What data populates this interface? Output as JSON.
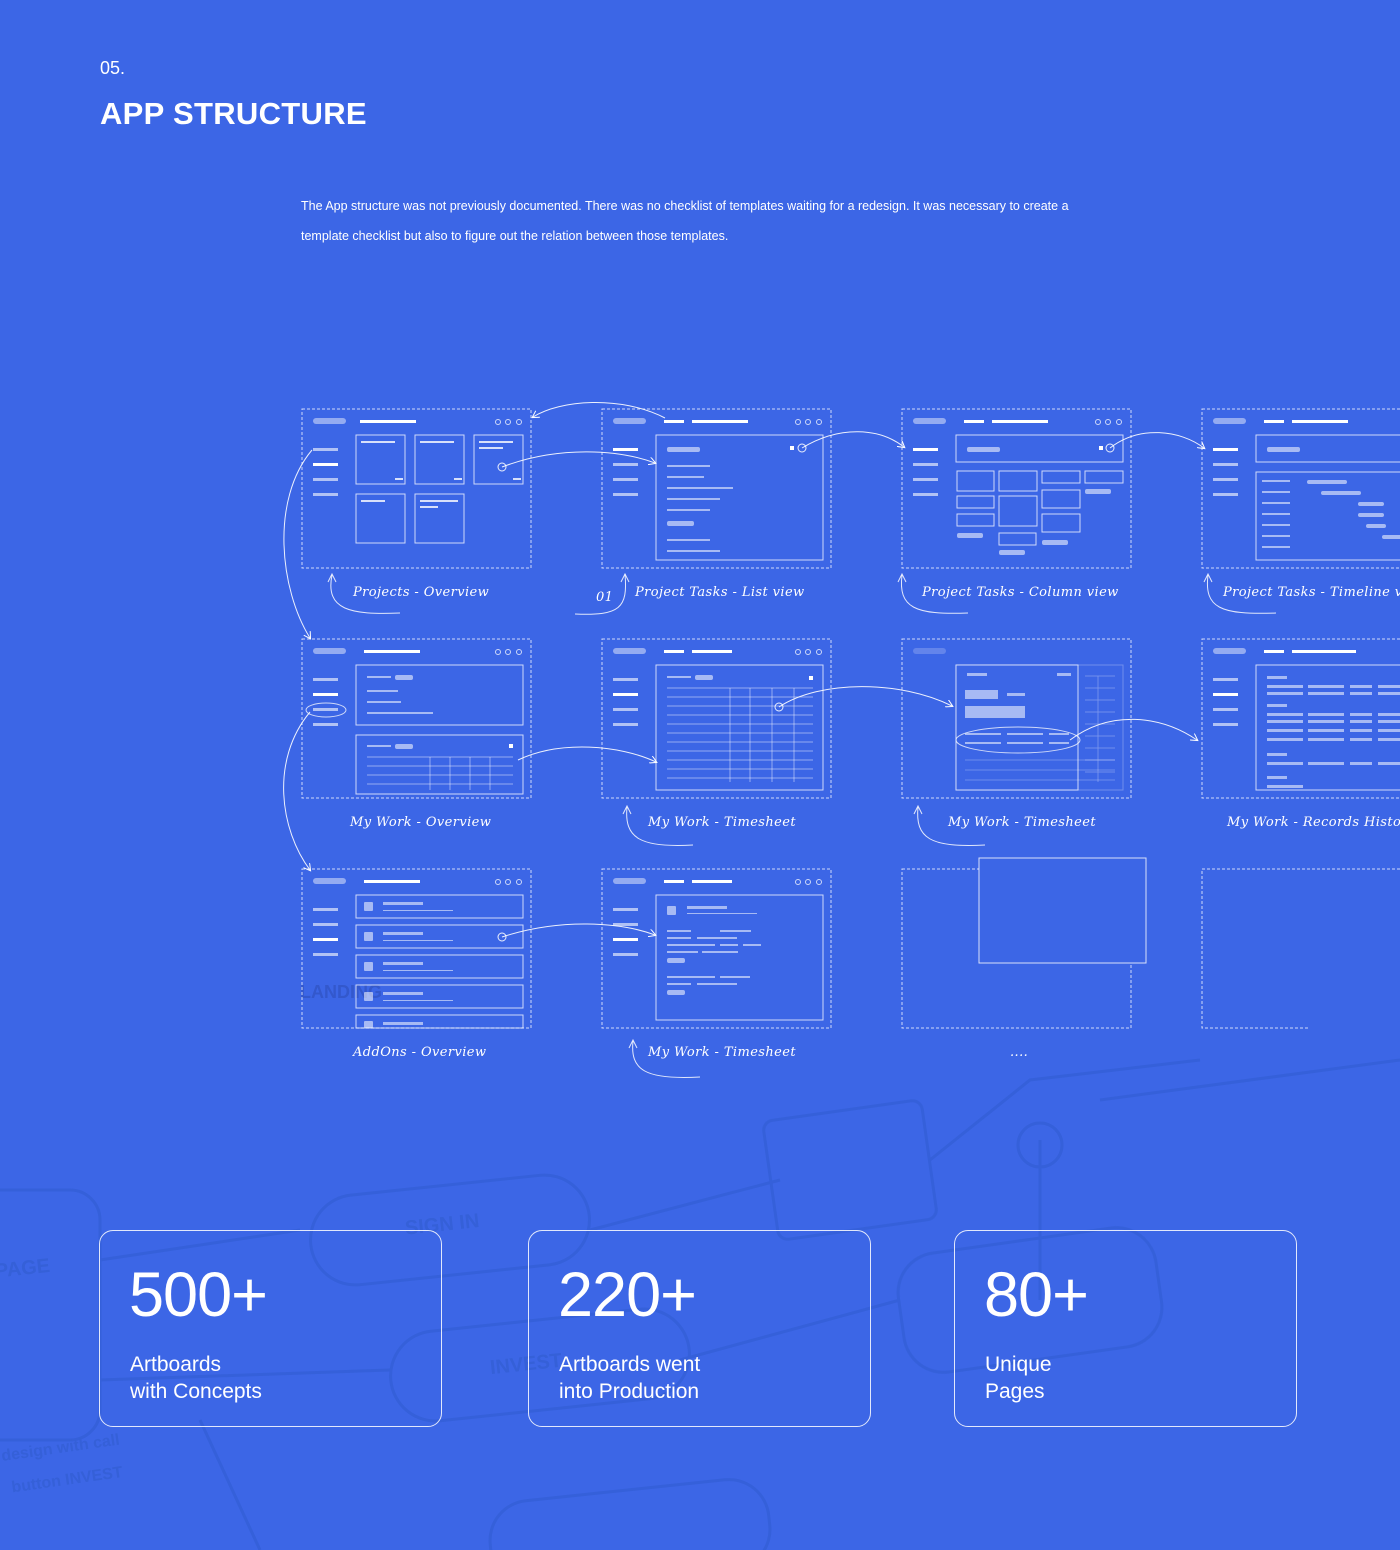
{
  "section": {
    "number": "05.",
    "title": "APP STRUCTURE",
    "description": "The App structure was not previously documented. There was no checklist of templates waiting for a redesign. It was necessary to create a template checklist but also to figure out the relation between those templates."
  },
  "flow_labels": {
    "projects_overview": "Projects - Overview",
    "tasks_list": "Project Tasks - List view",
    "tasks_column": "Project Tasks - Column view",
    "tasks_timeline": "Project Tasks - Timeline view",
    "mywork_overview": "My Work - Overview",
    "mywork_timesheet_1": "My Work - Timesheet",
    "mywork_timesheet_2": "My Work - Timesheet",
    "mywork_records": "My Work - Records History",
    "addons_overview": "AddOns - Overview",
    "mywork_timesheet_3": "My Work - Timesheet",
    "ellipsis": "....",
    "step_marker": "01"
  },
  "background_words": {
    "landing": "LANDING",
    "sign_in": "SIGN IN",
    "invest": "INVEST",
    "page": "PAGE",
    "button_invest": "button INVEST",
    "design_new": "design with call"
  },
  "stats": [
    {
      "value": "500+",
      "line1": "Artboards",
      "line2": "with Concepts"
    },
    {
      "value": "220+",
      "line1": "Artboards went",
      "line2": "into Production"
    },
    {
      "value": "80+",
      "line1": "Unique",
      "line2": "Pages"
    }
  ]
}
